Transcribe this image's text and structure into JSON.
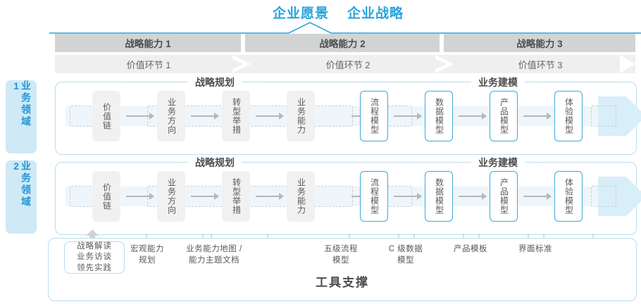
{
  "header": {
    "titles": [
      "企业愿景",
      "企业战略"
    ],
    "accent_color": "#29a3dc"
  },
  "capability_bar": {
    "background": "#d2d4d4",
    "cells": [
      "战略能力 1",
      "战略能力 2",
      "战略能力 3"
    ]
  },
  "value_bar": {
    "background": "#efefef",
    "cells": [
      "价值环节 1",
      "价值环节 2",
      "价值环节 3"
    ]
  },
  "domains": [
    {
      "chip_label": "业务领域 1",
      "sections": [
        {
          "title": "战略规划",
          "nodes": [
            "价值链",
            "业务方向",
            "转型举措",
            "业务能力"
          ],
          "style": "gray"
        },
        {
          "title": "业务建模",
          "nodes": [
            "流程模型",
            "数据模型",
            "产品模型",
            "体验模型"
          ],
          "style": "blue"
        }
      ]
    },
    {
      "chip_label": "业务领域 2",
      "sections": [
        {
          "title": "战略规划",
          "nodes": [
            "价值链",
            "业务方向",
            "转型举措",
            "业务能力"
          ],
          "style": "gray"
        },
        {
          "title": "业务建模",
          "nodes": [
            "流程模型",
            "数据模型",
            "产品模型",
            "体验模型"
          ],
          "style": "blue"
        }
      ]
    }
  ],
  "tool_support": {
    "title": "工具支撑",
    "chip": {
      "lines": [
        "战略解读",
        "业务访谈",
        "领先实践"
      ]
    },
    "labels": [
      {
        "lines": [
          "宏观能力",
          "规划"
        ]
      },
      {
        "lines": [
          "业务能力地图 /",
          "能力主题文档"
        ]
      },
      {
        "lines": [
          "五级流程",
          "模型"
        ]
      },
      {
        "lines": [
          "C 级数据",
          "模型"
        ]
      },
      {
        "lines": [
          "产品模板"
        ]
      },
      {
        "lines": [
          "界面标准"
        ]
      }
    ]
  },
  "colors": {
    "blue_accent": "#29a3dc",
    "node_blue_border": "#3fa9dd",
    "chip_bg": "#cfe9f7",
    "band_bg": "#eef6fb",
    "arrow_band": "#d8eef8",
    "container_border": "#b9dcec",
    "text": "#595959"
  }
}
